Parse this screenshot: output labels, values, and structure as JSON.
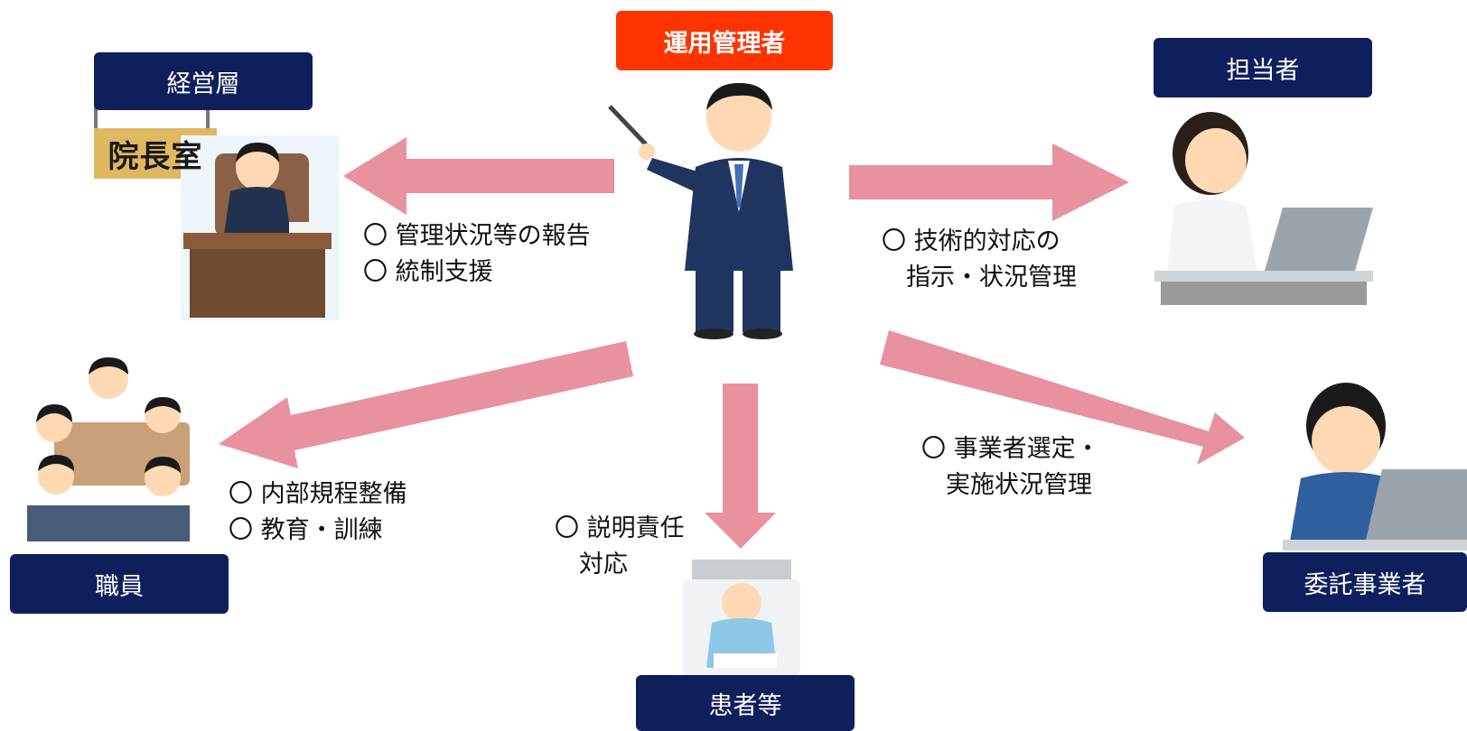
{
  "colors": {
    "navy": "#0e1f5c",
    "admin_red": "#ff3300",
    "arrow_pink": "#e8919f"
  },
  "nodes": {
    "admin": "運用管理者",
    "management": "経営層",
    "staff_in_charge": "担当者",
    "employees": "職員",
    "patients": "患者等",
    "contractor": "委託事業者"
  },
  "illustrations": {
    "room_sign": "院長室"
  },
  "notes": {
    "management": [
      "〇 管理状況等の報告",
      "〇 統制支援"
    ],
    "staff_in_charge": [
      "〇 技術的対応の",
      "　指示・状況管理"
    ],
    "employees": [
      "〇 内部規程整備",
      "〇 教育・訓練"
    ],
    "patients": [
      "〇 説明責任",
      "　対応"
    ],
    "contractor": [
      "〇 事業者選定・",
      "　実施状況管理"
    ]
  }
}
